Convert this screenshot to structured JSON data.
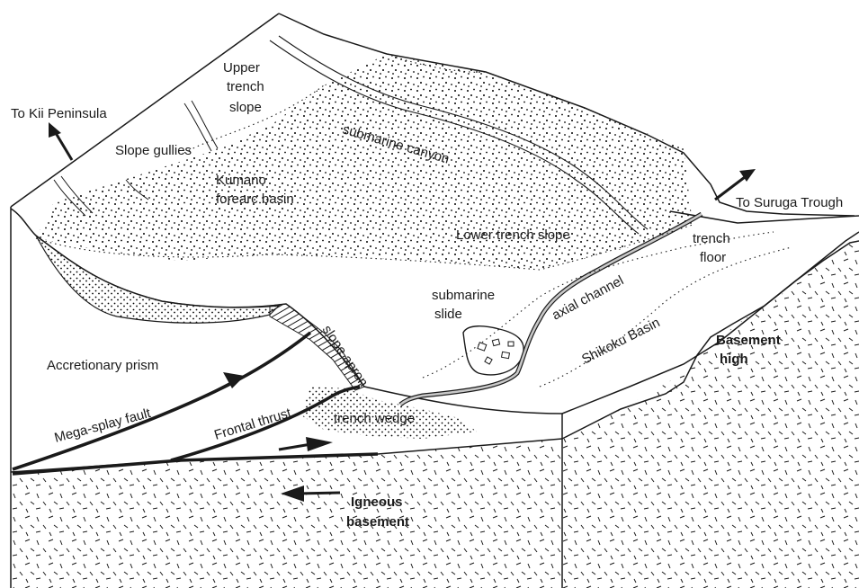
{
  "labels": {
    "to_kii_peninsula": "To Kii Peninsula",
    "upper_trench_slope_line1": "Upper",
    "upper_trench_slope_line2": "trench",
    "upper_trench_slope_line3": "slope",
    "slope_gullies": "Slope gullies",
    "submarine_canyon": "submarine canyon",
    "kumano_line1": "Kumano",
    "kumano_line2": "forearc basin",
    "to_suruga_trough": "To Suruga Trough",
    "lower_trench_slope": "Lower trench slope",
    "trench_floor_line1": "trench",
    "trench_floor_line2": "floor",
    "submarine_slide_line1": "submarine",
    "submarine_slide_line2": "slide",
    "axial_channel": "axial channel",
    "shikoku_basin": "Shikoku Basin",
    "slope_apron": "slope apron",
    "accretionary_prism": "Accretionary prism",
    "basement_high_line1": "Basement",
    "basement_high_line2": "high",
    "mega_splay_fault": "Mega-splay fault",
    "frontal_thrust": "Frontal thrust",
    "trench_wedge": "trench wedge",
    "igneous_basement_line1": "Igneous",
    "igneous_basement_line2": "basement"
  },
  "colors": {
    "line": "#1a1a1a",
    "background": "#ffffff",
    "channel_fill": "#c8c8c8"
  }
}
